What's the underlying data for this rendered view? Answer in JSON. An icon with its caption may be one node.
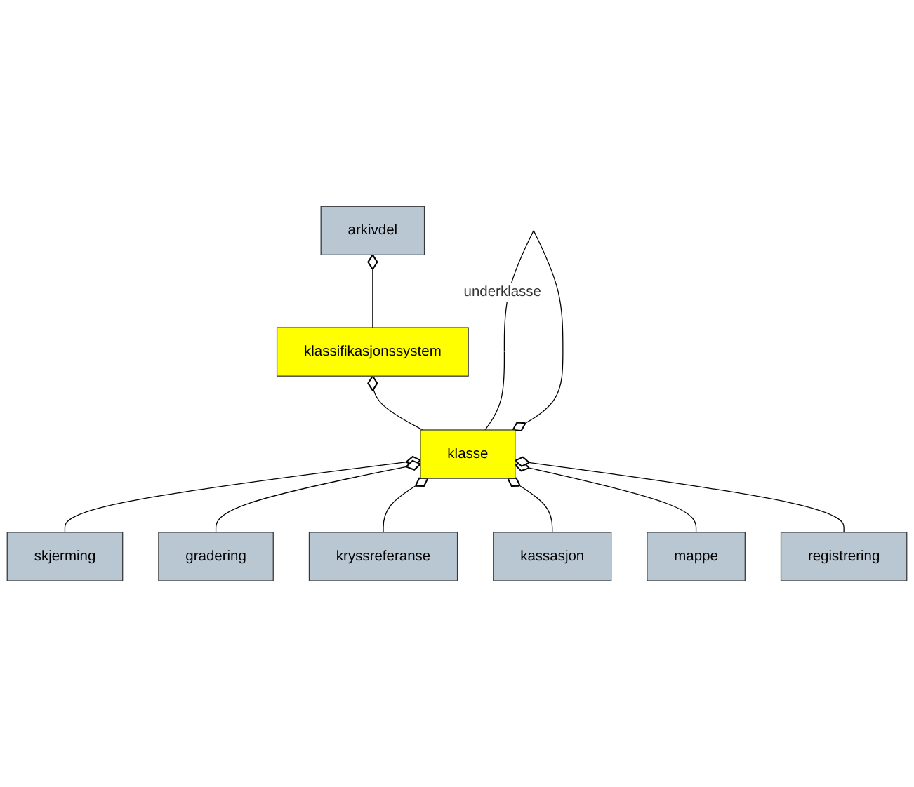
{
  "diagram": {
    "nodes": [
      {
        "text": [
          "arkivdel"
        ]
      },
      {
        "text": [
          "klassifikasjonssystem"
        ]
      },
      {
        "text": [
          "skjerming"
        ]
      },
      {
        "text": [
          "gradering"
        ]
      },
      {
        "text": [
          "kryssreferanse"
        ]
      },
      {
        "text": [
          "klasse"
        ]
      },
      {
        "text": [
          "kassasjon"
        ]
      },
      {
        "text": [
          "mappe"
        ]
      },
      {
        "text": [
          "registrering"
        ]
      }
    ],
    "edges": [
      {
        "from": 1,
        "to": 0,
        "arrow": "other"
      },
      {
        "from": 5,
        "to": 1,
        "arrow": "other"
      },
      {
        "from": 2,
        "to": 5,
        "arrow": "other"
      },
      {
        "from": 3,
        "to": 5,
        "arrow": "other"
      },
      {
        "from": 4,
        "to": 5,
        "arrow": "other"
      },
      {
        "from": 6,
        "to": 5,
        "arrow": "other"
      },
      {
        "from": 7,
        "to": 5,
        "arrow": "other"
      },
      {
        "from": 8,
        "to": 5,
        "arrow": "other"
      },
      {
        "from": 5,
        "to": 5,
        "arrow": "other",
        "label": "underklasse"
      }
    ]
  }
}
